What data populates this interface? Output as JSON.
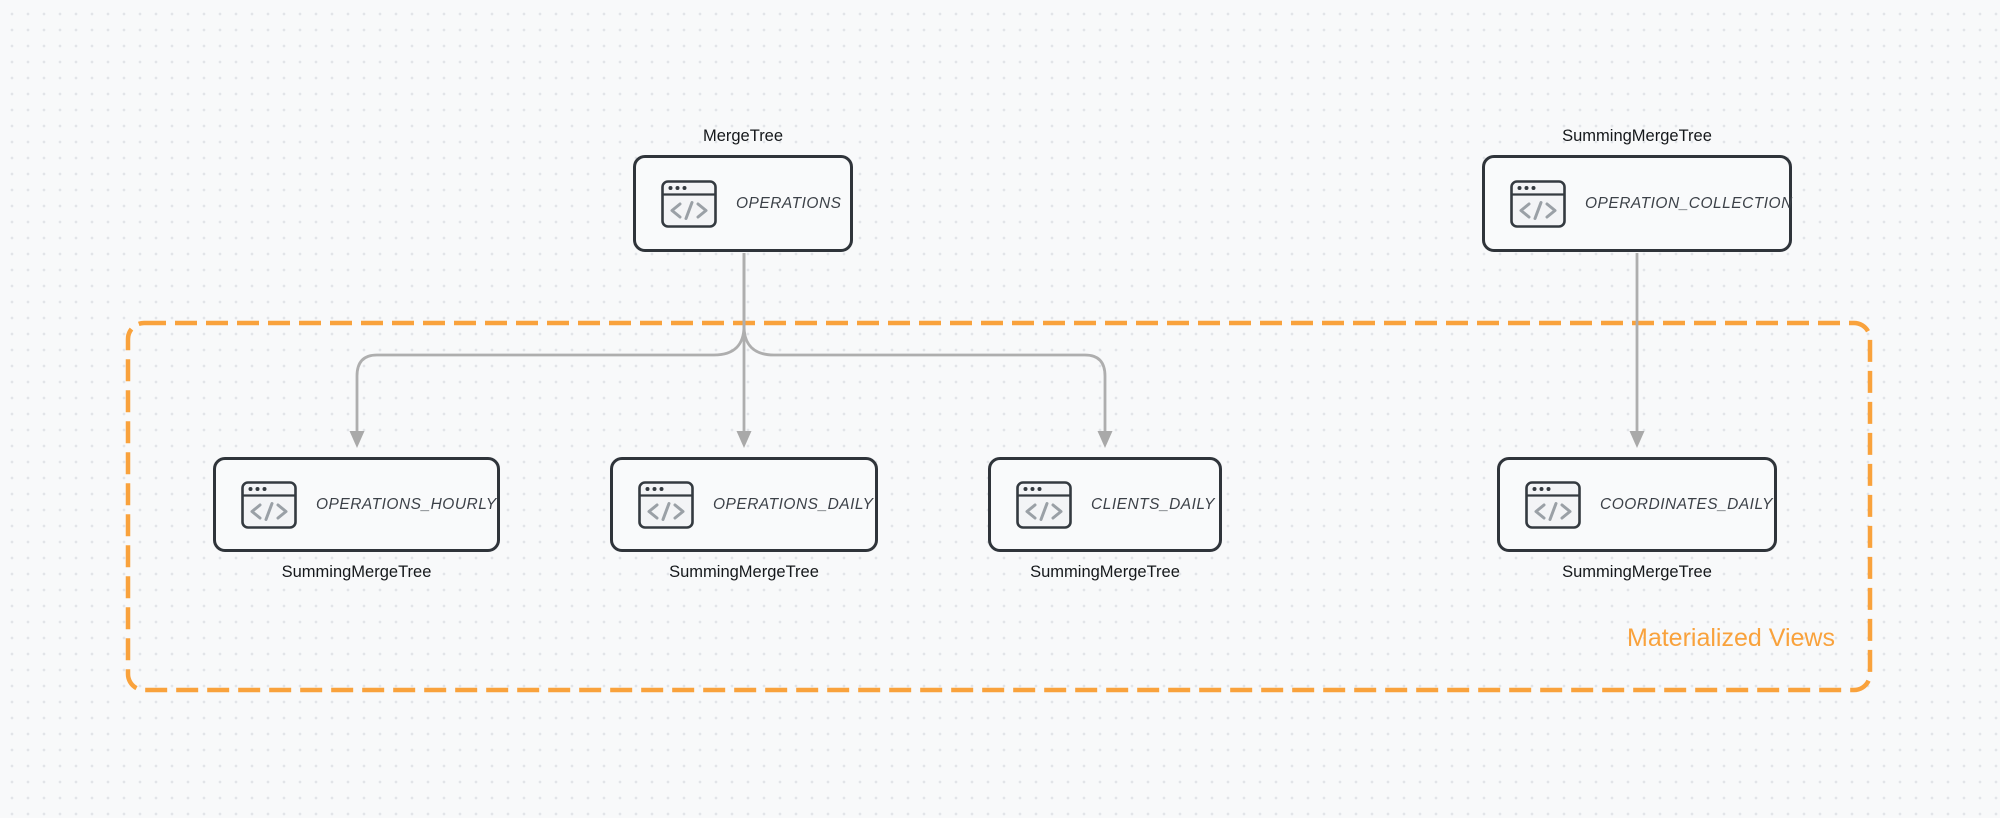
{
  "diagram": {
    "type": "database-architecture",
    "group": {
      "label": "Materialized Views",
      "border_color": "#f9a23c",
      "label_color": "#f9a23c",
      "border_style": "dashed"
    },
    "nodes": [
      {
        "id": "operations",
        "title": "OPERATIONS",
        "engine": "MergeTree",
        "engine_label_position": "above",
        "icon": "code-window-icon",
        "in_group": false
      },
      {
        "id": "operation-collection",
        "title": "OPERATION_COLLECTION",
        "engine": "SummingMergeTree",
        "engine_label_position": "above",
        "icon": "code-window-icon",
        "in_group": false
      },
      {
        "id": "operations-hourly",
        "title": "OPERATIONS_HOURLY",
        "engine": "SummingMergeTree",
        "engine_label_position": "below",
        "icon": "code-window-icon",
        "in_group": true
      },
      {
        "id": "operations-daily",
        "title": "OPERATIONS_DAILY",
        "engine": "SummingMergeTree",
        "engine_label_position": "below",
        "icon": "code-window-icon",
        "in_group": true
      },
      {
        "id": "clients-daily",
        "title": "CLIENTS_DAILY",
        "engine": "SummingMergeTree",
        "engine_label_position": "below",
        "icon": "code-window-icon",
        "in_group": true
      },
      {
        "id": "coordinates-daily",
        "title": "COORDINATES_DAILY",
        "engine": "SummingMergeTree",
        "engine_label_position": "below",
        "icon": "code-window-icon",
        "in_group": true
      }
    ],
    "edges": [
      {
        "from": "operations",
        "to": "operations_hourly"
      },
      {
        "from": "operations",
        "to": "operations_daily"
      },
      {
        "from": "operations",
        "to": "clients_daily"
      },
      {
        "from": "operation-collection",
        "to": "coordinates_daily"
      }
    ],
    "colors": {
      "canvas_background": "#f8f9fa",
      "canvas_dots": "#e2e4e8",
      "node_border": "#2f343a",
      "node_fill": "#f9fafb",
      "node_title_text": "#3c4148",
      "engine_label_text": "#15181b",
      "arrow": "#aeaeae",
      "group_orange": "#f9a23c"
    }
  }
}
